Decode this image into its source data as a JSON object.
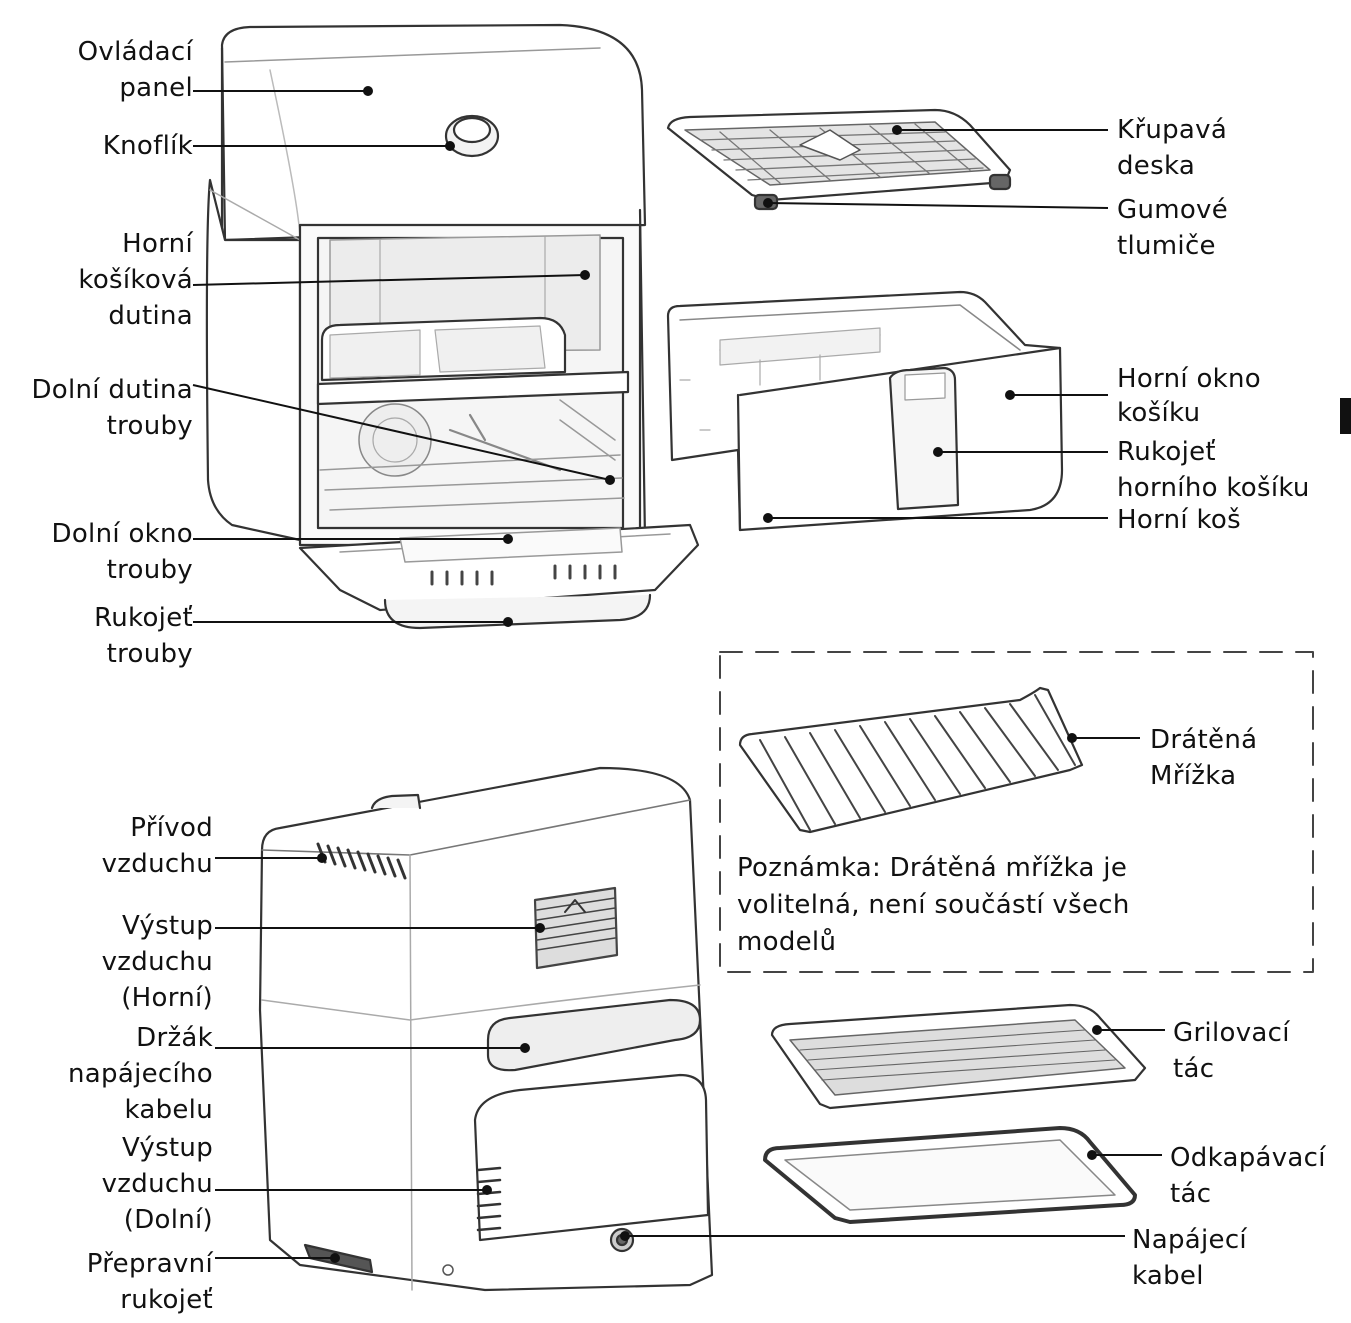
{
  "labels": {
    "control_panel": [
      "Ovládací",
      "panel"
    ],
    "knob": [
      "Knoflík"
    ],
    "upper_basket_cavity": [
      "Horní",
      "košíková",
      "dutina"
    ],
    "lower_oven_cavity": [
      "Dolní dutina",
      "trouby"
    ],
    "lower_oven_window": [
      "Dolní okno",
      "trouby"
    ],
    "oven_handle": [
      "Rukojeť",
      "trouby"
    ],
    "crisper_plate": [
      "Křupavá",
      "deska"
    ],
    "rubber_bumpers": [
      "Gumové",
      "tlumiče"
    ],
    "upper_basket_window": [
      "Horní okno",
      "košíku"
    ],
    "upper_basket_handle": [
      "Rukojeť",
      "horního košíku"
    ],
    "upper_basket": [
      "Horní koš"
    ],
    "air_intake": [
      "Přívod",
      "vzduchu"
    ],
    "air_outlet_upper": [
      "Výstup",
      "vzduchu",
      "(Horní)"
    ],
    "cord_holder": [
      "Držák",
      "napájecího",
      "kabelu"
    ],
    "air_outlet_lower": [
      "Výstup",
      "vzduchu",
      "(Dolní)"
    ],
    "carry_handle": [
      "Přepravní",
      "rukojeť"
    ],
    "wire_rack": [
      "Drátěná",
      "Mřížka"
    ],
    "broil_tray": [
      "Grilovací",
      "tác"
    ],
    "drip_tray": [
      "Odkapávací",
      "tác"
    ],
    "power_cord": [
      "Napájecí",
      "kabel"
    ]
  },
  "note": [
    "Poznámka: Drátěná mřížka je",
    "volitelná, není součástí všech",
    "modelů"
  ],
  "colors": {
    "ink": "#111111",
    "line": "#333333",
    "body_fill": "#ffffff",
    "shade": "#e9e9e9"
  }
}
